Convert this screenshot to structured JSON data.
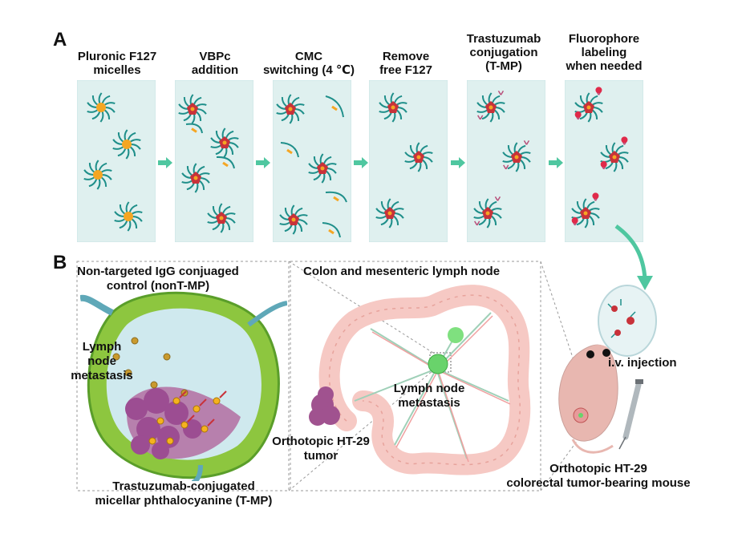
{
  "panel_a": {
    "letter": "A",
    "steps": [
      {
        "label": "Pluronic F127\nmicelles"
      },
      {
        "label": "VBPc\naddition"
      },
      {
        "label": "CMC\nswitching (4 ℃)"
      },
      {
        "label": "Remove\nfree F127"
      },
      {
        "label": "Trastuzumab\nconjugation\n(T-MP)"
      },
      {
        "label": "Fluorophore\nlabeling\nwhen needed"
      }
    ]
  },
  "panel_b": {
    "letter": "B",
    "lymph_node_title": "Non-targeted IgG conjuaged\ncontrol (nonT-MP)",
    "metastasis_label": "Lymph\nnode\nmetastasis",
    "tmp_label": "Trastuzumab-conjugated\nmicellar phthalocyanine (T-MP)",
    "colon_title": "Colon and mesenteric lymph node",
    "colon_metastasis_label": "Lymph node\nmetastasis",
    "tumor_label": "Orthotopic HT-29\ntumor",
    "injection_label": "i.v. injection",
    "mouse_label": "Orthotopic HT-29\ncolorectal tumor-bearing mouse"
  },
  "colors": {
    "box_fill": "#dff0ef",
    "arm_teal": "#1f8f8a",
    "core_orange": "#f5a623",
    "vbpc_red": "#c8323a",
    "arrow_green": "#4fc7a0",
    "lymph_green": "#8dc63f",
    "tumor_purple": "#a0528f",
    "colon_pink": "#f6c9c4",
    "mouse_pink": "#e8b7b0"
  },
  "icons": [
    "micelle-icon",
    "vbpc-micelle-icon",
    "antibody-icon",
    "fluorophore-icon",
    "syringe-icon",
    "mouse-icon",
    "lymph-node-icon",
    "colon-icon"
  ]
}
